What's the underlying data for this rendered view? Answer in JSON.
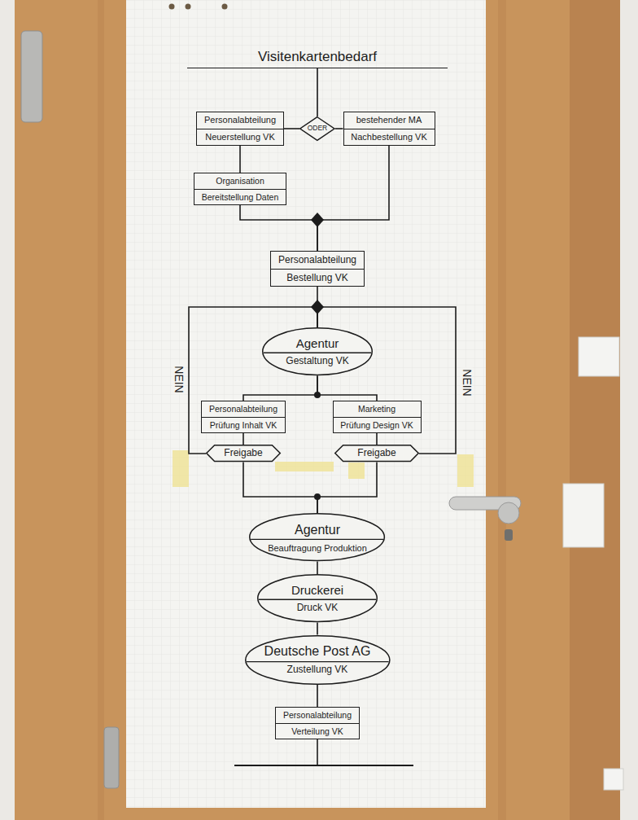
{
  "diagram": {
    "nodes": [
      {
        "text": [
          "Visitenkartenbedarf"
        ]
      },
      {
        "text": [
          "Personalabteilung",
          "Neuerstellung VK"
        ]
      },
      {
        "text": [
          "ODER"
        ]
      },
      {
        "text": [
          "bestehender MA",
          "Nachbestellung VK"
        ]
      },
      {
        "text": [
          "Organisation",
          "Bereitstellung Daten"
        ]
      },
      {
        "text": [
          "Personalabteilung",
          "Bestellung VK"
        ]
      },
      {
        "text": [
          "Agentur",
          "Gestaltung VK"
        ]
      },
      {
        "text": [
          "Personalabteilung",
          "Prüfung Inhalt VK"
        ]
      },
      {
        "text": [
          "Marketing",
          "Prüfung Design VK"
        ]
      },
      {
        "text": [
          "Freigabe"
        ]
      },
      {
        "text": [
          "Freigabe"
        ]
      },
      {
        "text": [
          "Agentur",
          "Beauftragung Produktion"
        ]
      },
      {
        "text": [
          "Druckerei",
          "Druck VK"
        ]
      },
      {
        "text": [
          "Deutsche Post AG",
          "Zustellung VK"
        ]
      },
      {
        "text": [
          "Personalabteilung",
          "Verteilung VK"
        ]
      }
    ],
    "edges": [
      {
        "from": 0,
        "to": 2,
        "arrow": "none"
      },
      {
        "from": 2,
        "to": 1,
        "arrow": "none"
      },
      {
        "from": 2,
        "to": 3,
        "arrow": "none"
      },
      {
        "from": 1,
        "to": 4,
        "arrow": "none"
      },
      {
        "from": 4,
        "to": 5,
        "arrow": "none"
      },
      {
        "from": 3,
        "to": 5,
        "arrow": "none"
      },
      {
        "from": 5,
        "to": 6,
        "arrow": "none"
      },
      {
        "from": 9,
        "to": 6,
        "label": "NEIN",
        "arrow": "none"
      },
      {
        "from": 10,
        "to": 6,
        "label": "NEIN",
        "arrow": "none"
      },
      {
        "from": 6,
        "to": 7,
        "arrow": "none"
      },
      {
        "from": 6,
        "to": 8,
        "arrow": "none"
      },
      {
        "from": 7,
        "to": 9,
        "arrow": "none"
      },
      {
        "from": 8,
        "to": 10,
        "arrow": "none"
      },
      {
        "from": 9,
        "to": 11,
        "arrow": "none"
      },
      {
        "from": 10,
        "to": 11,
        "arrow": "none"
      },
      {
        "from": 11,
        "to": 12,
        "arrow": "none"
      },
      {
        "from": 12,
        "to": 13,
        "arrow": "none"
      },
      {
        "from": 13,
        "to": 14,
        "arrow": "none"
      }
    ]
  }
}
